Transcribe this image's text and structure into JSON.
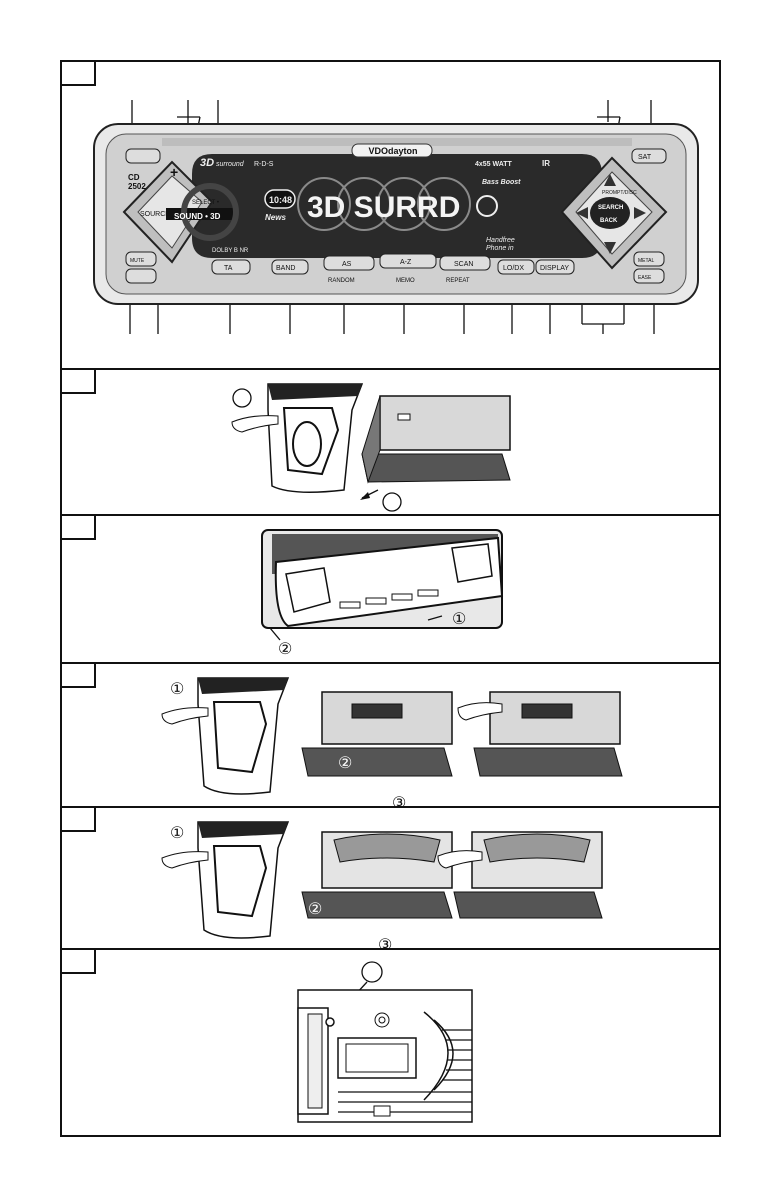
{
  "radio": {
    "brand": "VDOdayton",
    "model_line1": "CD",
    "model_line2": "2502",
    "surround_logo": "3D",
    "surround_text": "surround",
    "rds_text": "R-D-S",
    "power_text": "4x55 WATT",
    "ir_text": "IR",
    "display_time": "10:48",
    "display_news": "News",
    "display_text": "3D SURRD",
    "bass_boost": "Bass Boost",
    "handsfree_line1": "Handfree",
    "handsfree_line2": "Phone in",
    "dolby_text": "DOLBY B NR",
    "buttons": {
      "mute": "MUTE",
      "source": "SOURCE",
      "sound_3d": "SOUND • 3D",
      "select": "SELECT •",
      "plus": "+",
      "ta": "TA",
      "band": "BAND",
      "as": "AS",
      "random": "RANDOM",
      "az": "A-Z",
      "memo": "MEMO",
      "scan": "SCAN",
      "repeat": "REPEAT",
      "lodx": "LO/DX",
      "display": "DISPLAY",
      "search_line1": "SEARCH",
      "search_line2": "BACK",
      "prompt_disc": "PROMPT/DISC",
      "sat": "SAT",
      "metal": "METAL",
      "eject": "EASE"
    }
  },
  "steps": {
    "circle1": "①",
    "circle2": "②",
    "circle3": "③"
  }
}
